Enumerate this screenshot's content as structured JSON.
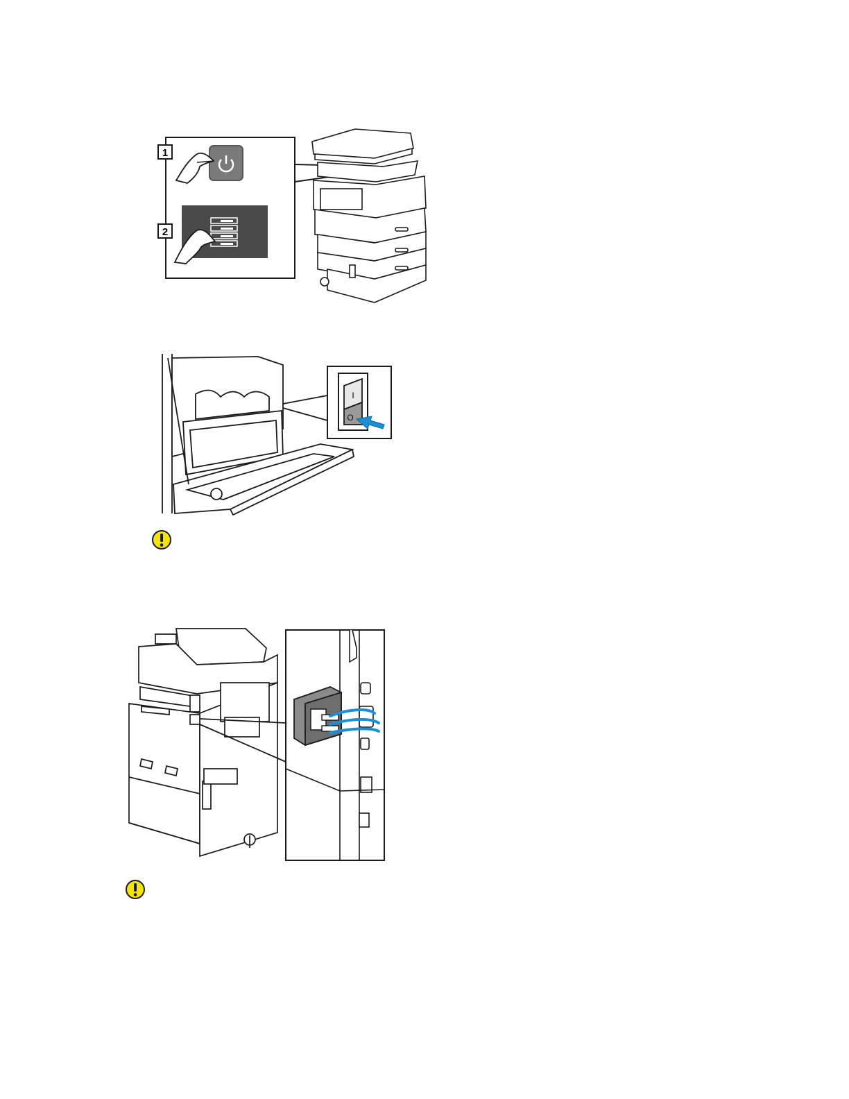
{
  "figures": {
    "control_panel": {
      "callouts": [
        "1",
        "2"
      ]
    },
    "power_switch": {
      "switch_on_mark": "I",
      "switch_off_mark": "O"
    },
    "power_cord": {}
  },
  "colors": {
    "caution_fill": "#f5e400",
    "caution_stroke": "#1a1a1a",
    "arrow_blue": "#1a8fd6",
    "panel_gray": "#4a4a4a"
  },
  "icons": [
    "power-icon",
    "caution-icon",
    "arrow-icon"
  ]
}
